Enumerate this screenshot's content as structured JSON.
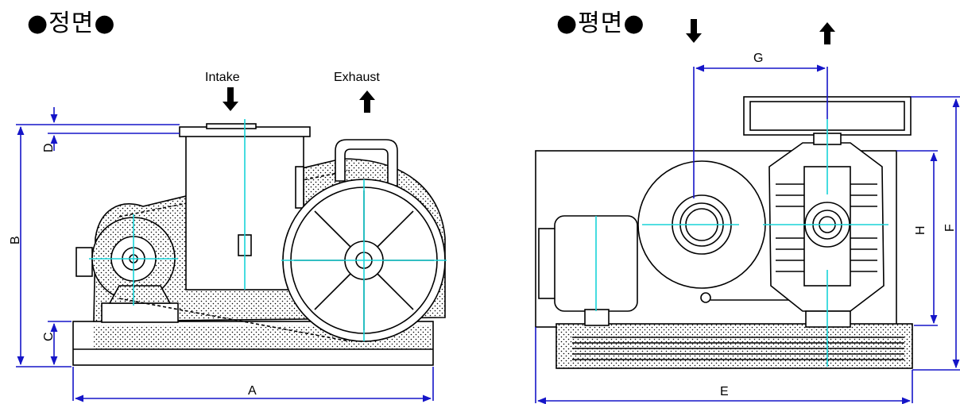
{
  "titles": {
    "front": "●정면●",
    "plan": "●평면●"
  },
  "labels": {
    "intake": "Intake",
    "exhaust": "Exhaust",
    "A": "A",
    "B": "B",
    "C": "C",
    "D": "D",
    "E": "E",
    "F": "F",
    "G": "G",
    "H": "H"
  },
  "colors": {
    "dimension_line": "#1515c8",
    "center_line": "#18d4d8",
    "outline": "#000000",
    "stipple": "#000000"
  },
  "icons": {
    "intake_arrow": "arrow-down-icon",
    "exhaust_arrow": "arrow-up-icon"
  }
}
